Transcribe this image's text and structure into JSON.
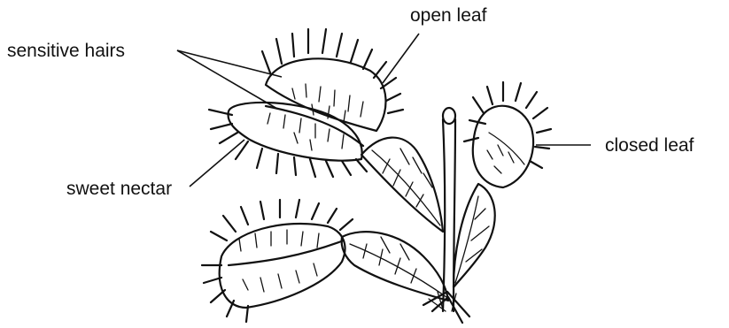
{
  "diagram": {
    "labels": {
      "open_leaf": "open leaf",
      "sensitive_hairs": "sensitive hairs",
      "closed_leaf": "closed leaf",
      "sweet_nectar": "sweet nectar"
    }
  }
}
